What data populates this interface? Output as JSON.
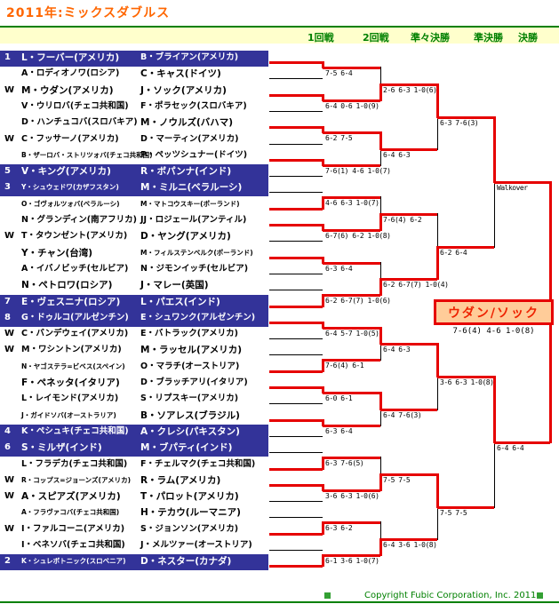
{
  "title": "2011年:ミックスダブルス",
  "rounds": [
    "1回戦",
    "2回戦",
    "準々決勝",
    "準決勝",
    "決勝"
  ],
  "teams": [
    {
      "marker": "1",
      "seeded": true,
      "female": "L・フーバー(アメリカ)",
      "male": "B・ブライアン(アメリカ)"
    },
    {
      "marker": "",
      "seeded": false,
      "female": "A・ロディオノワ(ロシア)",
      "male": "C・キャス(ドイツ)"
    },
    {
      "marker": "W",
      "seeded": false,
      "female": "M・ウダン(アメリカ)",
      "male": "J・ソック(アメリカ)"
    },
    {
      "marker": "",
      "seeded": false,
      "female": "V・ウリロバ(チェコ共和国)",
      "male": "F・ポラセック(スロバキア)"
    },
    {
      "marker": "",
      "seeded": false,
      "female": "D・ハンチュコバ(スロバキア)",
      "male": "M・ノウルズ(バハマ)"
    },
    {
      "marker": "W",
      "seeded": false,
      "female": "C・フッサーノ(アメリカ)",
      "male": "D・マーティン(アメリカ)"
    },
    {
      "marker": "",
      "seeded": false,
      "female": "B・ザーロバ・ストリツォバ(チェコ共和国)",
      "male": "P・ペッツシュナー(ドイツ)"
    },
    {
      "marker": "5",
      "seeded": true,
      "female": "V・キング(アメリカ)",
      "male": "R・ボパンナ(インド)"
    },
    {
      "marker": "3",
      "seeded": true,
      "female": "Y・シュウェドワ(カザフスタン)",
      "male": "M・ミルニ(ベラルーシ)"
    },
    {
      "marker": "",
      "seeded": false,
      "female": "O・ゴヴォルツォバ(ベラルーシ)",
      "male": "M・マトコウスキー(ポーランド)"
    },
    {
      "marker": "",
      "seeded": false,
      "female": "N・グランディン(南アフリカ)",
      "male": "JJ・ロジェール(アンティル)"
    },
    {
      "marker": "W",
      "seeded": false,
      "female": "T・タウンゼント(アメリカ)",
      "male": "D・ヤング(アメリカ)"
    },
    {
      "marker": "",
      "seeded": false,
      "female": "Y・チャン(台湾)",
      "male": "M・フィルステンベルク(ポーランド)"
    },
    {
      "marker": "",
      "seeded": false,
      "female": "A・イバノビッチ(セルビア)",
      "male": "N・ジモンイッチ(セルビア)"
    },
    {
      "marker": "",
      "seeded": false,
      "female": "N・ペトロワ(ロシア)",
      "male": "J・マレー(英国)"
    },
    {
      "marker": "7",
      "seeded": true,
      "female": "E・ヴェスニナ(ロシア)",
      "male": "L・パエス(インド)"
    },
    {
      "marker": "8",
      "seeded": true,
      "female": "G・ドゥルコ(アルゼンチン)",
      "male": "E・シュワンク(アルゼンチン)"
    },
    {
      "marker": "W",
      "seeded": false,
      "female": "C・バンデウェイ(アメリカ)",
      "male": "E・バトラック(アメリカ)"
    },
    {
      "marker": "W",
      "seeded": false,
      "female": "M・ワシントン(アメリカ)",
      "male": "M・ラッセル(アメリカ)"
    },
    {
      "marker": "",
      "seeded": false,
      "female": "N・ヤゴステラ=ビベス(スペイン)",
      "male": "O・マラチ(オーストリア)"
    },
    {
      "marker": "",
      "seeded": false,
      "female": "F・ペネッタ(イタリア)",
      "male": "D・ブラッチアリ(イタリア)"
    },
    {
      "marker": "",
      "seeded": false,
      "female": "L・レイモンド(アメリカ)",
      "male": "S・リプスキー(アメリカ)"
    },
    {
      "marker": "",
      "seeded": false,
      "female": "J・ガイドソバ(オーストラリア)",
      "male": "B・ソアレス(ブラジル)"
    },
    {
      "marker": "4",
      "seeded": true,
      "female": "K・ペシュキ(チェコ共和国)",
      "male": "A・クレシ(パキスタン)"
    },
    {
      "marker": "6",
      "seeded": true,
      "female": "S・ミルザ(インド)",
      "male": "M・ブパティ(インド)"
    },
    {
      "marker": "",
      "seeded": false,
      "female": "L・フラデカ(チェコ共和国)",
      "male": "F・チェルマク(チェコ共和国)"
    },
    {
      "marker": "W",
      "seeded": false,
      "female": "R・コップス=ジョーンズ(アメリカ)",
      "male": "R・ラム(アメリカ)"
    },
    {
      "marker": "W",
      "seeded": false,
      "female": "A・スピアズ(アメリカ)",
      "male": "T・パロット(アメリカ)"
    },
    {
      "marker": "",
      "seeded": false,
      "female": "A・フラヴァコバ(チェコ共和国)",
      "male": "H・テカウ(ルーマニア)"
    },
    {
      "marker": "W",
      "seeded": false,
      "female": "I・ファルコーニ(アメリカ)",
      "male": "S・ジョンソン(アメリカ)"
    },
    {
      "marker": "",
      "seeded": false,
      "female": "I・ベネソバ(チェコ共和国)",
      "male": "J・メルツァー(オーストリア)"
    },
    {
      "marker": "2",
      "seeded": true,
      "female": "K・シュレボトニック(スロベニア)",
      "male": "D・ネスター(カナダ)"
    }
  ],
  "matches": {
    "r1": [
      {
        "score": "7-5 6-4",
        "winner": "top"
      },
      {
        "score": "6-4 0-6 1-0(9)",
        "winner": "top"
      },
      {
        "score": "6-2 7-5",
        "winner": "top"
      },
      {
        "score": "7-6(1) 4-6 1-0(7)",
        "winner": "top"
      },
      {
        "score": "4-6 6-3 1-0(7)",
        "winner": "bottom"
      },
      {
        "score": "6-7(6) 6-2 1-0(8)",
        "winner": "top"
      },
      {
        "score": "6-3 6-4",
        "winner": "top"
      },
      {
        "score": "6-2 6-7(7) 1-0(6)",
        "winner": "bottom"
      },
      {
        "score": "6-4 5-7 1-0(5)",
        "winner": "top"
      },
      {
        "score": "7-6(4) 6-1",
        "winner": "bottom"
      },
      {
        "score": "6-0 6-1",
        "winner": "top"
      },
      {
        "score": "6-3 6-4",
        "winner": "top"
      },
      {
        "score": "6-3 7-6(5)",
        "winner": "bottom"
      },
      {
        "score": "3-6 6-3 1-0(6)",
        "winner": "top"
      },
      {
        "score": "6-3 6-2",
        "winner": "bottom"
      },
      {
        "score": "6-1 3-6 1-0(7)",
        "winner": "bottom"
      }
    ],
    "r2": [
      {
        "score": "2-6 6-3 1-0(6)",
        "winner": "bottom"
      },
      {
        "score": "6-4 6-3",
        "winner": "top"
      },
      {
        "score": "7-6(4) 6-2",
        "winner": "bottom"
      },
      {
        "score": "6-2 6-7(7) 1-0(4)",
        "winner": "bottom"
      },
      {
        "score": "6-4 6-3",
        "winner": "top"
      },
      {
        "score": "6-4 7-6(3)",
        "winner": "top"
      },
      {
        "score": "7-5 7-5",
        "winner": "bottom"
      },
      {
        "score": "6-4 3-6 1-0(8)",
        "winner": "bottom"
      }
    ],
    "qf": [
      {
        "score": "6-3 7-6(3)",
        "winner": "top"
      },
      {
        "score": "6-2 6-4",
        "winner": "bottom"
      },
      {
        "score": "3-6 6-3 1-0(8)",
        "winner": "top"
      },
      {
        "score": "7-5 7-5",
        "winner": "top"
      }
    ],
    "sf": [
      {
        "score": "Walkover",
        "winner": "top"
      },
      {
        "score": "6-4 6-4",
        "winner": "top"
      }
    ]
  },
  "final": {
    "champion": "ウダン/ソック",
    "score": "7-6(4) 4-6 1-0(8)"
  },
  "footer": {
    "copyright": "Copyright Fubic Corporation, Inc. 2011"
  },
  "colors": {
    "accent_red": "#E60000",
    "navy": "#333399",
    "title_orange": "#FF6600",
    "green": "#008000",
    "band_yellow": "#FFFFCC",
    "champion_bg": "#FFCC99",
    "champion_text": "#EE2200"
  }
}
